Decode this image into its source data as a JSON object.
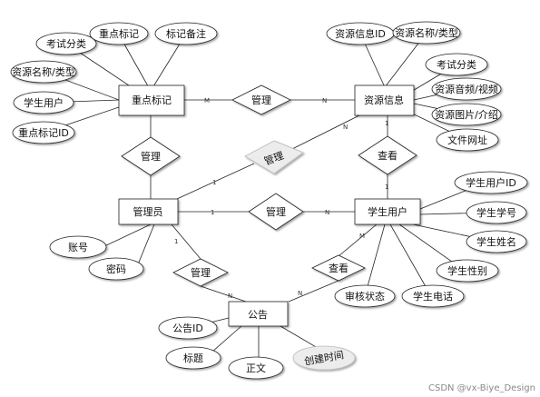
{
  "diagram": {
    "entities": {
      "mark": "重点标记",
      "resource": "资源信息",
      "admin": "管理员",
      "student": "学生用户",
      "notice": "公告"
    },
    "relations": {
      "rel_mark_res": "管理",
      "rel_admin_mark": "管理",
      "rel_admin_res": "管理",
      "rel_admin_student": "管理",
      "rel_admin_notice": "管理",
      "rel_student_res": "查看",
      "rel_student_notice": "查看"
    },
    "attributes": {
      "mark_category": "考试分类",
      "mark_tag": "重点标记",
      "mark_note": "标记备注",
      "mark_res_name": "资源名称/类型",
      "mark_student": "学生用户",
      "mark_id": "重点标记ID",
      "res_id": "资源信息ID",
      "res_name": "资源名称/类型",
      "res_category": "考试分类",
      "res_audio": "资源音频/视频",
      "res_image": "资源图片/介绍",
      "res_url": "文件网址",
      "stu_id": "学生用户ID",
      "stu_no": "学生学号",
      "stu_name": "学生姓名",
      "stu_gender": "学生性别",
      "stu_phone": "学生电话",
      "stu_status": "审核状态",
      "admin_account": "账号",
      "admin_password": "密码",
      "notice_id": "公告ID",
      "notice_title": "标题",
      "notice_body": "正文",
      "notice_time": "创建时间"
    },
    "cardinality": {
      "mark_rel_left": "M",
      "mark_rel_right": "N",
      "admin_res_1": "1",
      "admin_res_n": "N",
      "res_student_top": "1",
      "res_student_bottom": "1",
      "admin_stu_1": "1",
      "admin_stu_n": "N",
      "admin_notice_1": "1",
      "admin_notice_n": "N",
      "stu_notice_m": "M",
      "stu_notice_n": "N"
    },
    "watermark": "CSDN @vx-Biye_Design"
  }
}
